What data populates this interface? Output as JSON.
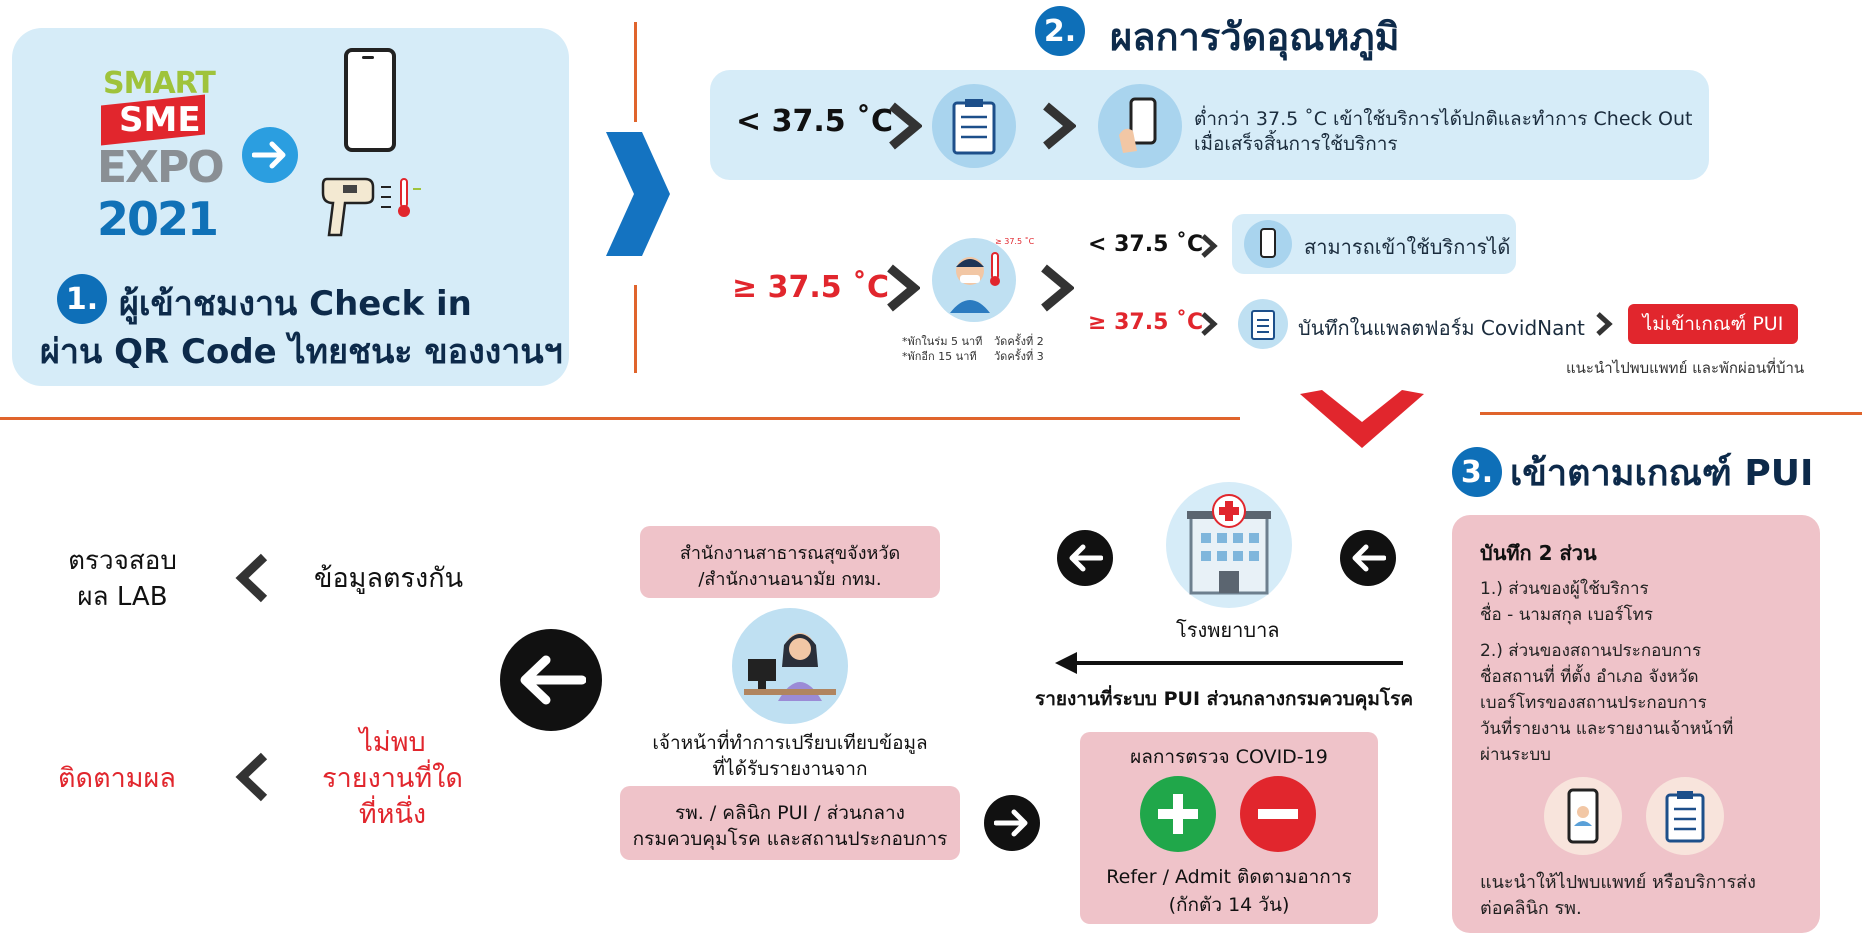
{
  "step1": {
    "logo": {
      "line1": "SMART",
      "line2": "SME",
      "line3": "EXPO",
      "line4": "2021"
    },
    "badge": "1.",
    "title_line1": "ผู้เข้าชมงาน Check in",
    "title_line2": "ผ่าน QR Code ไทยชนะ ของงานฯ"
  },
  "step2": {
    "badge": "2.",
    "title": "ผลการวัดอุณหภูมิ",
    "row1": {
      "temp": "< 37.5 ˚C",
      "desc_line1": "ต่ำกว่า 37.5 ˚C เข้าใช้บริการได้ปกติและทำการ Check Out",
      "desc_line2": "เมื่อเสร็จสิ้นการใช้บริการ"
    },
    "row2": {
      "temp": "≥ 37.5 ˚C",
      "icon_label": "≥ 37.5 ˚C",
      "rest1": "*พักในร่ม 5 นาที",
      "rest2": "*พักอีก 15 นาที",
      "measure2": "วัดครั้งที่ 2",
      "measure3": "วัดครั้งที่ 3",
      "sub_ok_temp": "< 37.5 ˚C",
      "sub_ok_text": "สามารถเข้าใช้บริการได้",
      "sub_high_temp": "≥ 37.5 ˚C",
      "sub_high_text": "บันทึกในแพลตฟอร์ม CovidNant",
      "not_pui": "ไม่เข้าเกณฑ์ PUI",
      "advice": "แนะนำไปพบแพทย์ และพักผ่อนที่บ้าน"
    }
  },
  "step3": {
    "badge": "3.",
    "title": "เข้าตามเกณฑ์ PUI",
    "record_title": "บันทึก 2 ส่วน",
    "part1_line1": "1.) ส่วนของผู้ใช้บริการ",
    "part1_line2": "ชื่อ - นามสกุล เบอร์โทร",
    "part2_line1": "2.) ส่วนของสถานประกอบการ",
    "part2_line2": "ชื่อสถานที่ ที่ตั้ง อำเภอ จังหวัด",
    "part2_line3": "เบอร์โทรของสถานประกอบการ",
    "part2_line4": "วันที่รายงาน และรายงานเจ้าหน้าที่",
    "part2_line5": "ผ่านระบบ",
    "advice_line1": "แนะนำให้ไปพบแพทย์ หรือบริการส่ง",
    "advice_line2": "ต่อคลินิก รพ."
  },
  "hospital": {
    "label": "โรงพยาบาล",
    "report": "รายงานที่ระบบ PUI ส่วนกลางกรมควบคุมโรค"
  },
  "covid": {
    "title": "ผลการตรวจ COVID-19",
    "result_line1": "Refer / Admit ติดตามอาการ",
    "result_line2": "(กักตัว 14 วัน)"
  },
  "officer": {
    "top_line1": "สำนักงานสาธารณสุขจังหวัด",
    "top_line2": "/สำนักงานอนามัย กทม.",
    "desc_line1": "เจ้าหน้าที่ทำการเปรียบเทียบข้อมูล",
    "desc_line2": "ที่ได้รับรายงานจาก",
    "bottom_line1": "รพ. / คลินิก PUI / ส่วนกลาง",
    "bottom_line2": "กรมควบคุมโรค และสถานประกอบการ"
  },
  "left": {
    "match": "ข้อมูลตรงกัน",
    "lab_line1": "ตรวจสอบ",
    "lab_line2": "ผล LAB",
    "notfound_line1": "ไม่พบ",
    "notfound_line2": "รายงานที่ใด",
    "notfound_line3": "ที่หนึ่ง",
    "follow": "ติดตามผล"
  },
  "colors": {
    "accent_blue": "#0e6fb8",
    "red": "#e1262d",
    "orange": "#e0642c",
    "panel_blue": "#d6ecf8",
    "pink": "#efc3c9"
  }
}
